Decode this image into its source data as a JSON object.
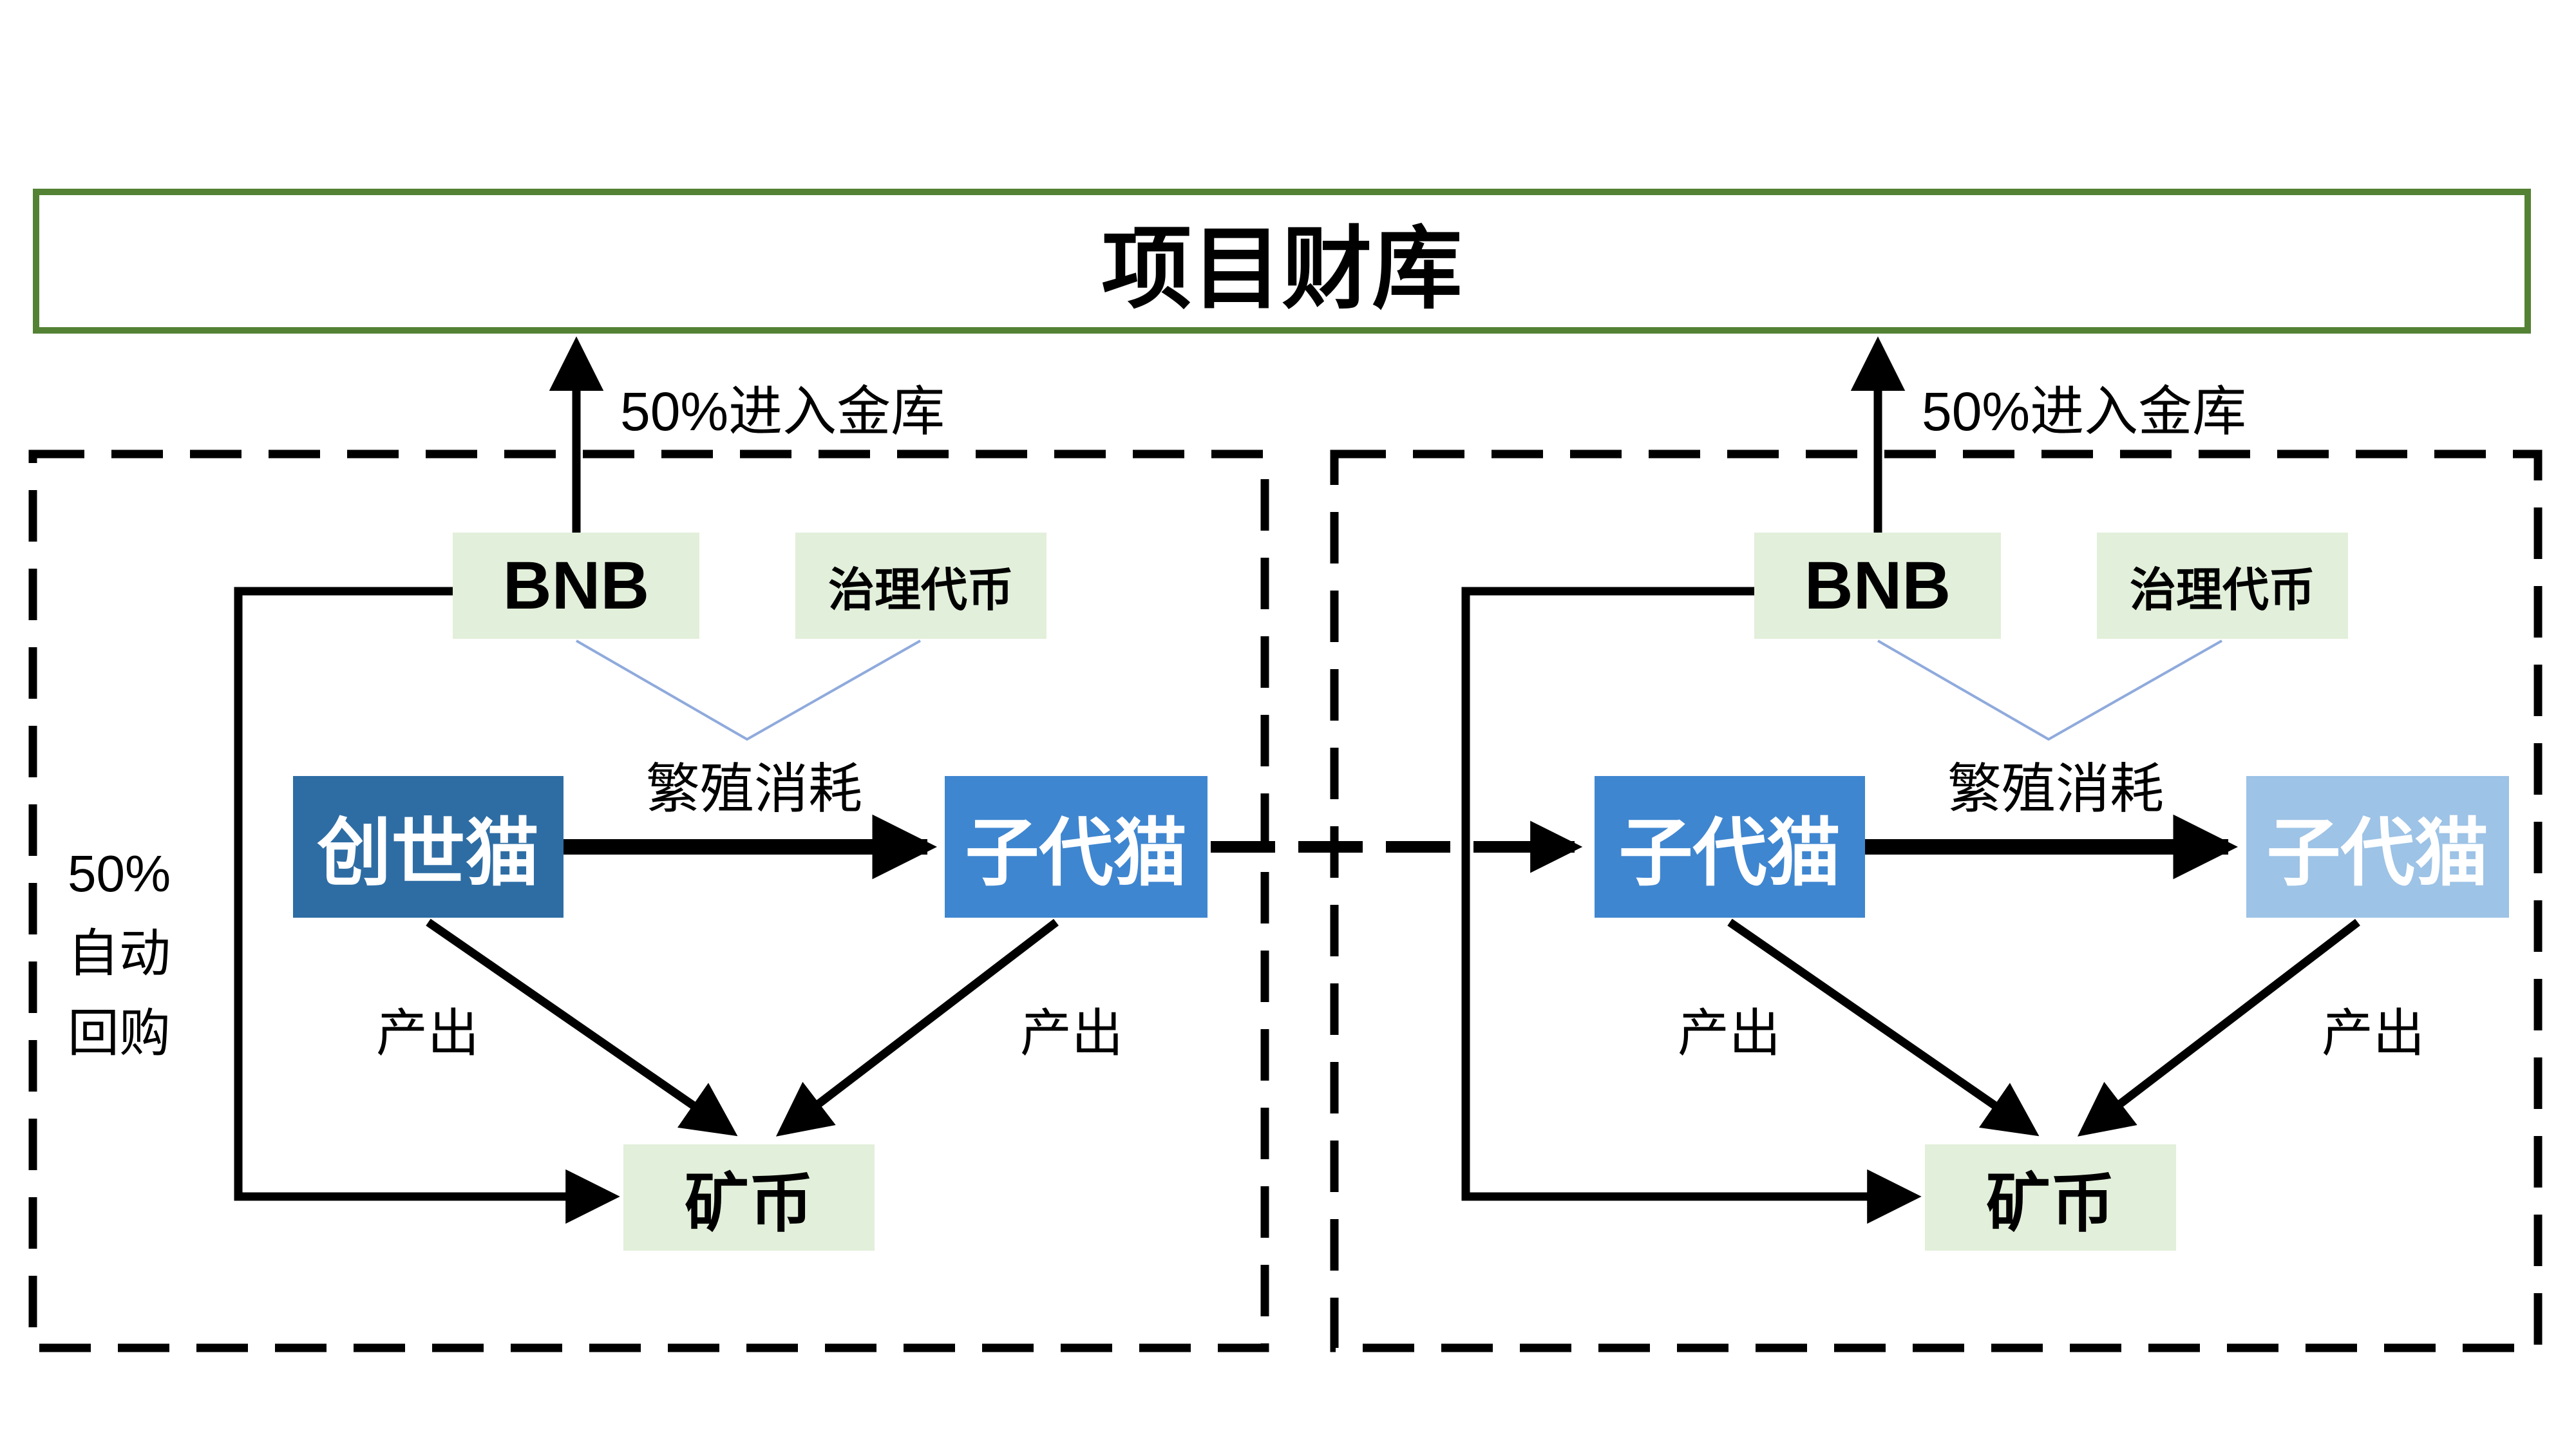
{
  "treasury": {
    "label": "项目财库"
  },
  "left_panel": {
    "bnb": "BNB",
    "governance_token": "治理代币",
    "vault_label": "50%进入金库",
    "breeding_label": "繁殖消耗",
    "genesis_cat": "创世猫",
    "child_cat": "子代猫",
    "output_label_1": "产出",
    "output_label_2": "产出",
    "mine_coin": "矿币",
    "buyback_label": "50%\n自动\n回购"
  },
  "right_panel": {
    "bnb": "BNB",
    "governance_token": "治理代币",
    "vault_label": "50%进入金库",
    "breeding_label": "繁殖消耗",
    "child_cat_1": "子代猫",
    "child_cat_2": "子代猫",
    "output_label_1": "产出",
    "output_label_2": "产出",
    "mine_coin": "矿币"
  },
  "colors": {
    "treasury_border_green": "#548235",
    "light_green_fill": "#E2EFDA",
    "dark_blue_fill": "#2E6DA4",
    "medium_blue_fill": "#3F86D0",
    "light_blue_fill": "#9DC3E6",
    "connector_blue": "#8FAADC",
    "line_black": "#000000"
  }
}
